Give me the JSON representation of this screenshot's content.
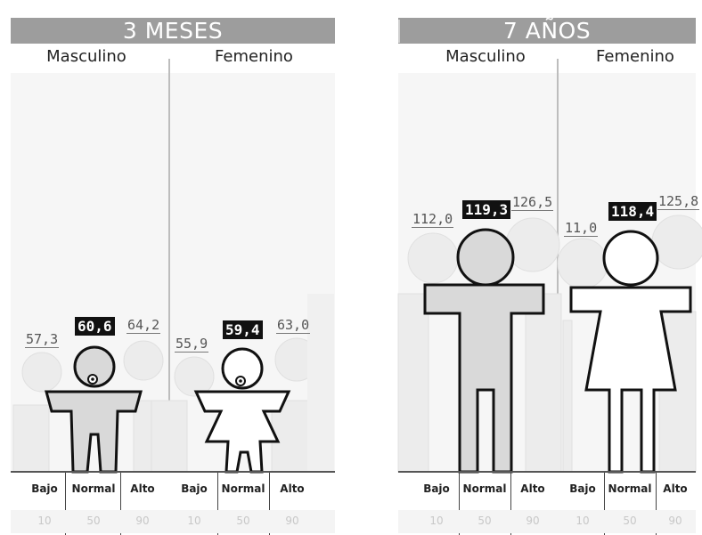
{
  "panels": {
    "left": {
      "title": "3 MESES",
      "gender_m": "Masculino",
      "gender_f": "Femenino",
      "m": {
        "low": "57,3",
        "normal": "60,6",
        "high": "64,2"
      },
      "f": {
        "low": "55,9",
        "normal": "59,4",
        "high": "63,0"
      }
    },
    "right": {
      "title": "7 AÑOS",
      "gender_m": "Masculino",
      "gender_f": "Femenino",
      "m": {
        "low": "112,0",
        "normal": "119,3",
        "high": "126,5"
      },
      "f": {
        "low": "11,0",
        "normal": "118,4",
        "high": "125,8"
      }
    }
  },
  "categories": {
    "low": "Bajo",
    "normal": "Normal",
    "high": "Alto"
  },
  "percentiles": {
    "low": "10",
    "normal": "50",
    "high": "90"
  },
  "colors": {
    "band": "#9d9d9d",
    "male_fill": "#d9d9d9",
    "female_fill": "#ffffff",
    "outline": "#111111"
  }
}
